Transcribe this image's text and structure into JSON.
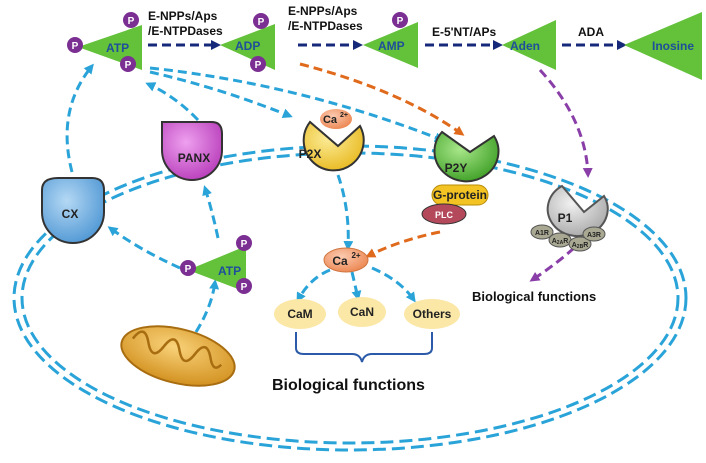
{
  "top_chain": {
    "atp": "ATP",
    "adp": "ADP",
    "amp": "AMP",
    "aden": "Aden",
    "inosine": "Inosine",
    "enzyme_1": "E-NPPs/Aps\n/E-NTPDases",
    "enzyme_2": "E-NPPs/Aps\n/E-NTPDases",
    "enzyme_3": "E-5'NT/APs",
    "enzyme_4": "ADA"
  },
  "phosphate": "P",
  "channels": {
    "panx": "PANX",
    "cx": "CX",
    "p2x": "P2X",
    "p2y": "P2Y",
    "p1": "P1"
  },
  "g_protein": "G-protein",
  "plc": "PLC",
  "calcium": "Ca",
  "calcium_charge": "2+",
  "p1_subtypes": {
    "a1r": "A1R",
    "a2ar": "A",
    "a2ar_sub": "2A",
    "a2ar_suffix": "R",
    "a2br": "A",
    "a2br_sub": "2B",
    "a2br_suffix": "R",
    "a3r": "A3R"
  },
  "intracellular_atp": "ATP",
  "effectors": {
    "cam": "CaM",
    "can": "CaN",
    "others": "Others"
  },
  "bio_functions_right": "Biological functions",
  "bio_functions_bottom": "Biological functions",
  "colors": {
    "triangle_green": "#63c13a",
    "phosphate_purple": "#7b2f92",
    "atp_label_blue": "#1f4e9b",
    "arrow_navy": "#16287a",
    "arrow_cyan": "#2aa4d8",
    "arrow_orange": "#e06a1c",
    "arrow_purple": "#8a3fa8",
    "panx_fill": "#d55ad6",
    "cx_fill": "#78b6e6",
    "p2x_fill": "#f5d54a",
    "p2y_fill": "#5cc63d",
    "gprotein_fill": "#f2c323",
    "plc_fill": "#b5495c",
    "p1_fill": "#cfcfcf",
    "ca_fill": "#f5a173",
    "effector_fill": "#fbe7a6",
    "mito_fill": "#f0b33a",
    "membrane_blue": "#2aa4d8"
  }
}
